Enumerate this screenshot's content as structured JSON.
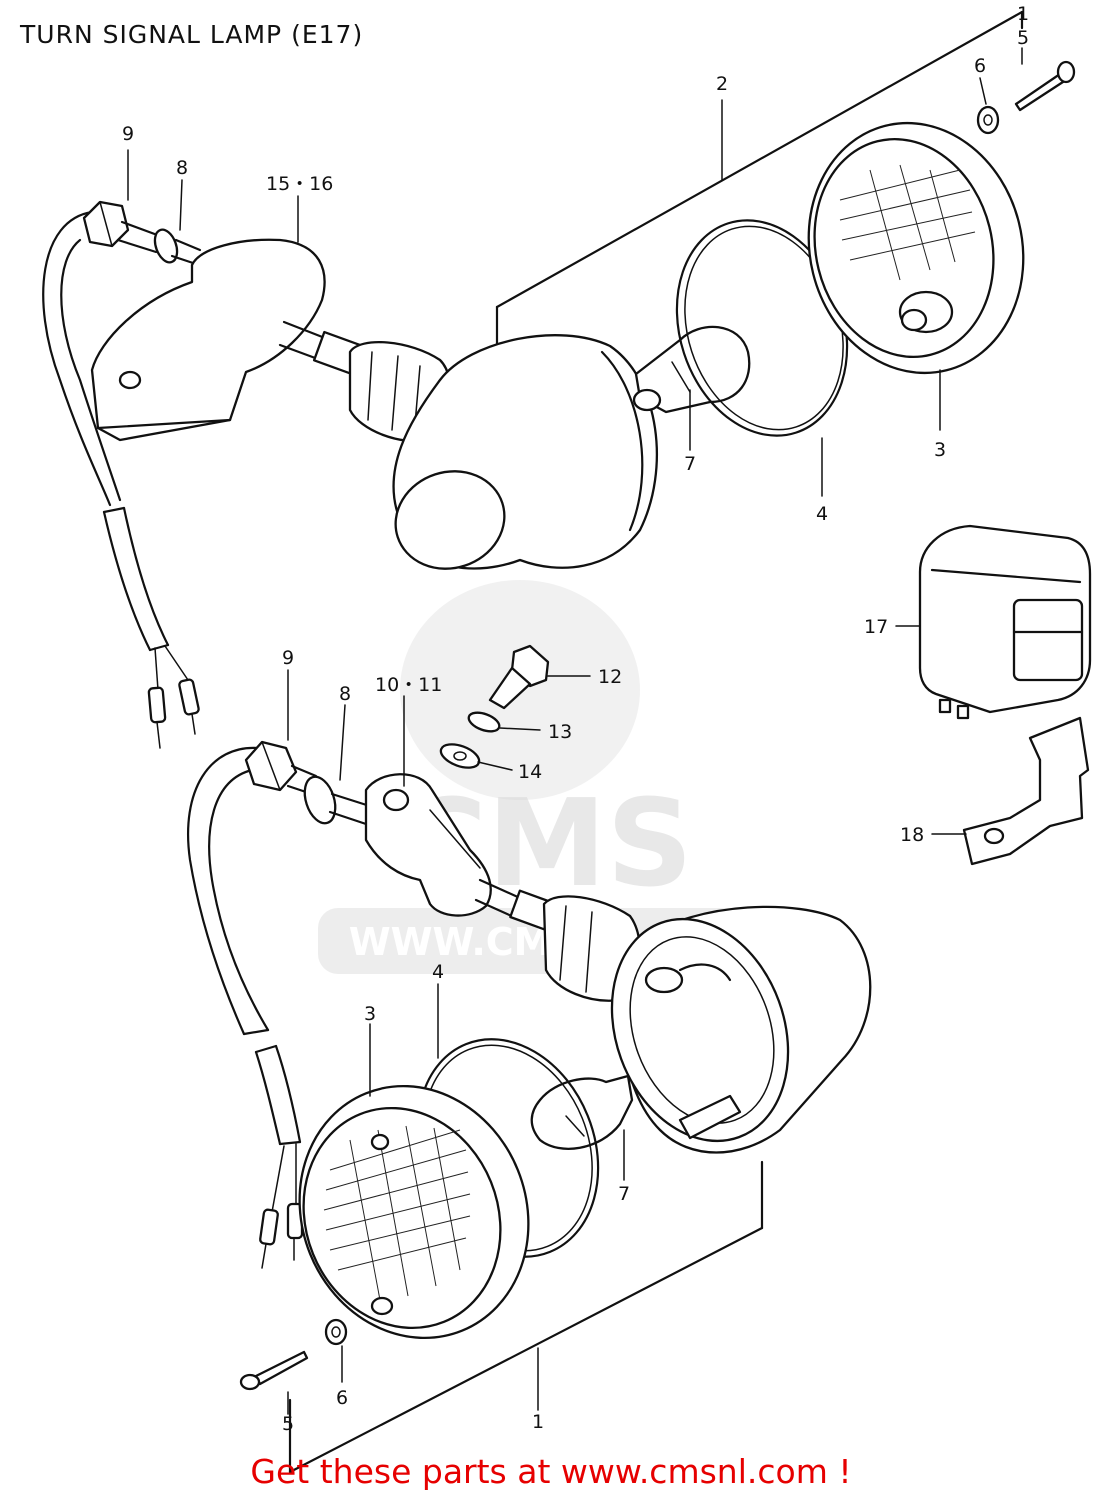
{
  "diagram": {
    "title": "TURN SIGNAL LAMP (E17)",
    "callouts": {
      "c1_top": "1",
      "c5_top": "5",
      "c6_top": "6",
      "c2": "2",
      "c9_top": "9",
      "c8_top": "8",
      "c15_16": "15・16",
      "c7_top": "7",
      "c4_top": "4",
      "c3_top": "3",
      "c17": "17",
      "c12": "12",
      "c13": "13",
      "c14": "14",
      "c9_bot": "9",
      "c8_bot": "8",
      "c10_11": "10・11",
      "c18": "18",
      "c4_bot": "4",
      "c3_bot": "3",
      "c7_bot": "7",
      "c6_bot": "6",
      "c5_bot": "5",
      "c1_bot": "1"
    },
    "watermark": {
      "brand": "CMS",
      "url": "WWW.CMSNL.COM"
    }
  },
  "footer": {
    "promo_text": "Get these parts at www.cmsnl.com !",
    "color": "#e60000"
  }
}
